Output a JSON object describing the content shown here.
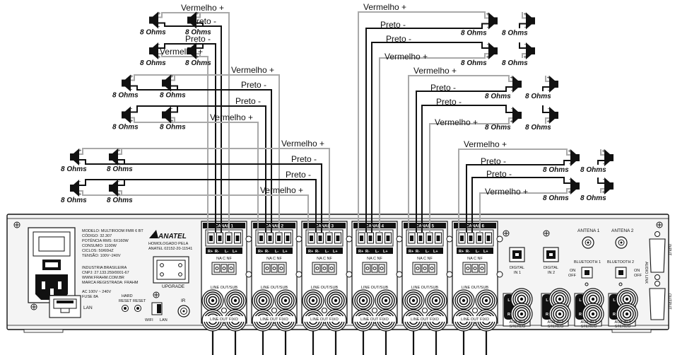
{
  "wire_labels": {
    "red": "Vermelho +",
    "black": "Preto -"
  },
  "impedance_label": "8 Ohms",
  "polarity": {
    "plus": "+",
    "minus": "-"
  },
  "panel": {
    "spec_lines": [
      "MODELO: MULTIROOM FMR 6 BT",
      "CÓDIGO: 32.307",
      "POTÊNCIA RMS: 6X160W",
      "CONSUMO: 1100W",
      "CICLOS: 50/60HZ",
      "TENSÃO: 100V~240V",
      "INDUSTRIA BRASILEIRA",
      "CNPJ: 27.133.259/0001-67",
      "WWW.FRAHM.COM.BR",
      "MARCA REGISTRADA: FRAHM",
      "AC 100V ~ 240V",
      "FUSE 8A"
    ],
    "anatel_brand": "ANATEL",
    "anatel_lines": [
      "HOMOLOGADO PELA",
      "ANATEL 02152-20-11541"
    ],
    "upgrade_label": "UPGRADE",
    "lan_label": "LAN",
    "hard_reset_lines": [
      "HARD",
      "RESET"
    ],
    "reset_label": "RESET",
    "wifi_label": "WIFI",
    "lan_switch_label": "LAN",
    "ir_label": "IR",
    "channels": [
      {
        "name": "CANAL 1"
      },
      {
        "name": "CANAL 2"
      },
      {
        "name": "CANAL 3"
      },
      {
        "name": "CANAL 4"
      },
      {
        "name": "CANAL 5"
      },
      {
        "name": "CANAL 6"
      }
    ],
    "terminal_labels": [
      "R+",
      "R-",
      "L-",
      "L+"
    ],
    "nanc_label": "NA C NF",
    "line_out_sub": "LINE OUT/SUB",
    "line_out_fixo": "LINE OUT FIXO",
    "digital_in": [
      [
        "DIGITAL",
        "IN 1"
      ],
      [
        "DIGITAL",
        "IN 2"
      ]
    ],
    "antennas": [
      "ANTENA 1",
      "ANTENA 2"
    ],
    "bluetooth": [
      "BLUETOOTH 1",
      "BLUETOOTH 2"
    ],
    "on_label": "ON",
    "off_label": "OFF",
    "aux_inputs": [
      [
        "AUX IN 1",
        "STEREO"
      ],
      [
        "AUX IN 2",
        "STEREO"
      ],
      [
        "AUX IN 3",
        "STEREO"
      ],
      [
        "AUX IN 4",
        "STEREO"
      ]
    ],
    "lr": [
      "L",
      "R"
    ],
    "input_label": "INPUT",
    "audio_link_label": "AUDIO LINK",
    "output_label": "OUTPUT"
  },
  "colors": {
    "red_wire": "#a9a9a9",
    "black_wire": "#111111",
    "panel_fill": "#f4f4f4",
    "stroke": "#111111"
  }
}
